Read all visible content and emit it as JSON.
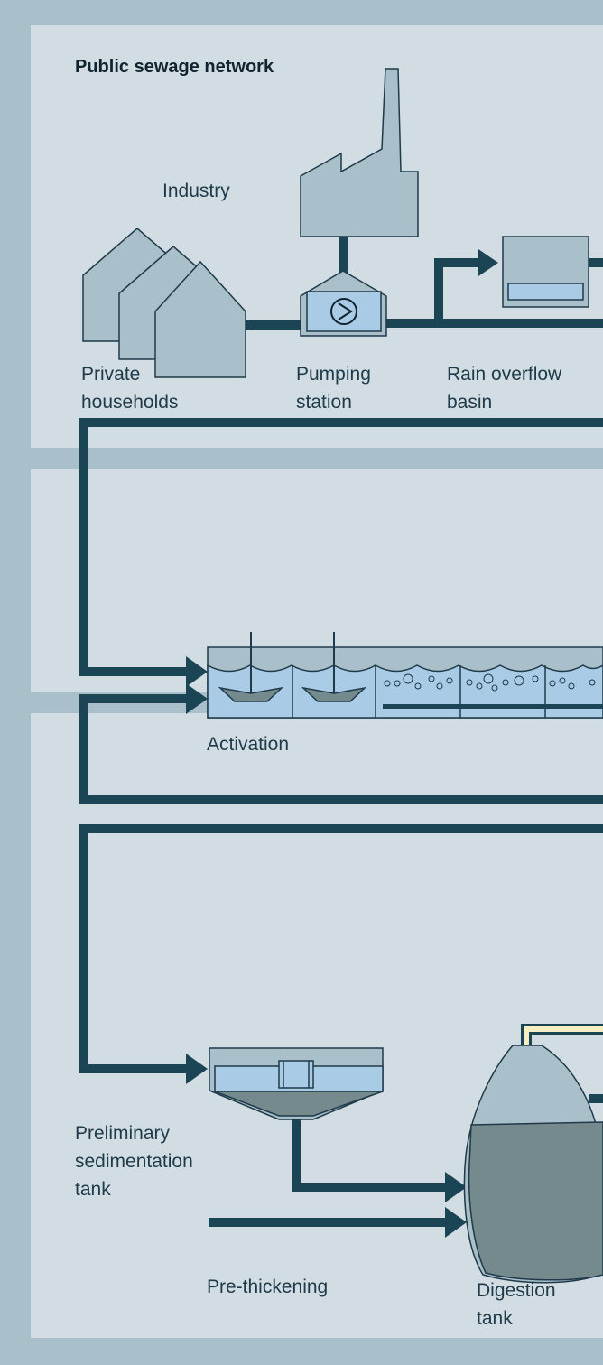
{
  "title": "Public sewage network",
  "labels": {
    "industry": "Industry",
    "private_households_1": "Private",
    "private_households_2": "households",
    "pumping_station_1": "Pumping",
    "pumping_station_2": "station",
    "rain_overflow_1": "Rain overflow",
    "rain_overflow_2": "basin",
    "activation": "Activation",
    "preliminary_1": "Preliminary",
    "preliminary_2": "sedimentation",
    "preliminary_3": "tank",
    "pre_thickening": "Pre-thickening",
    "digestion_1": "Digestion",
    "digestion_2": "tank"
  },
  "colors": {
    "outer_background": "#a9bfc9",
    "panel": "#d1dde2",
    "building": "#a9bfc9",
    "outline": "#1f3a4a",
    "pipe": "#1b4455",
    "water": "#a9cbe6",
    "sludge": "#758a8c",
    "gas_pipe": "#f4eec2"
  }
}
